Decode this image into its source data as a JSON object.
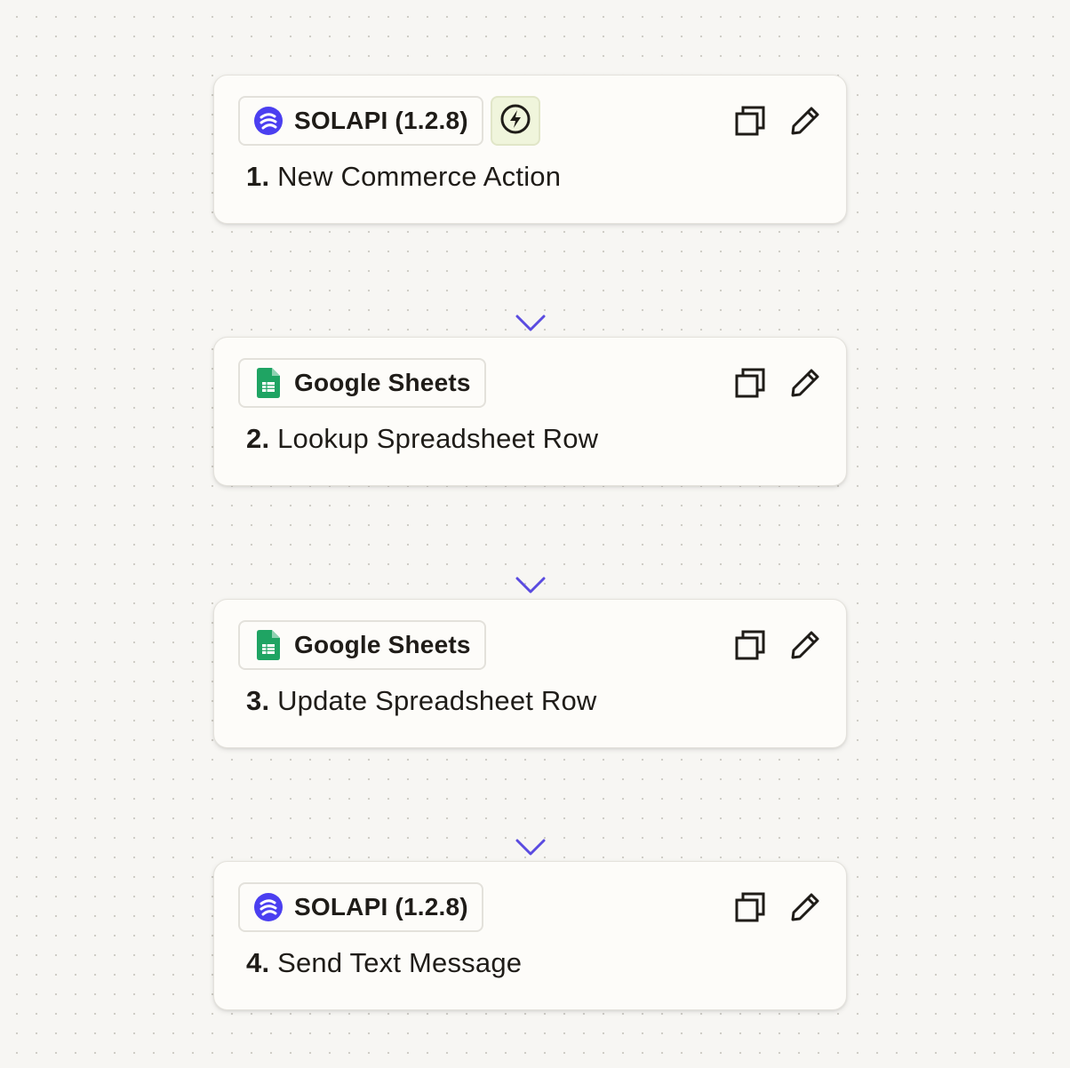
{
  "colors": {
    "connector": "#6254e6",
    "solapi_brand": "#4b3ff0",
    "sheets_green": "#1fa463",
    "trigger_bg": "#f0f5dc"
  },
  "steps": [
    {
      "app_name": "SOLAPI (1.2.8)",
      "app_icon": "solapi-icon",
      "number": "1.",
      "title": "New Commerce Action",
      "is_trigger": true,
      "trigger_icon": "lightning-bolt-icon"
    },
    {
      "app_name": "Google Sheets",
      "app_icon": "google-sheets-icon",
      "number": "2.",
      "title": "Lookup Spreadsheet Row",
      "is_trigger": false
    },
    {
      "app_name": "Google Sheets",
      "app_icon": "google-sheets-icon",
      "number": "3.",
      "title": "Update Spreadsheet Row",
      "is_trigger": false
    },
    {
      "app_name": "SOLAPI (1.2.8)",
      "app_icon": "solapi-icon",
      "number": "4.",
      "title": "Send Text Message",
      "is_trigger": false
    }
  ],
  "step_actions": {
    "copy_icon": "copy-icon",
    "edit_icon": "pencil-icon"
  }
}
